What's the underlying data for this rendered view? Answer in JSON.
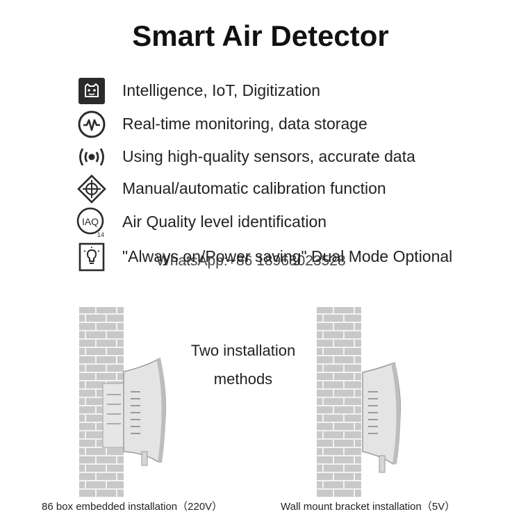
{
  "title": "Smart Air Detector",
  "features": [
    {
      "icon": "robot-face-icon",
      "label": "Intelligence, IoT, Digitization"
    },
    {
      "icon": "heartbeat-icon",
      "label": "Real-time monitoring, data storage"
    },
    {
      "icon": "sensor-wave-icon",
      "label": "Using high-quality sensors, accurate data"
    },
    {
      "icon": "calibration-icon",
      "label": "Manual/automatic calibration function"
    },
    {
      "icon": "iaq-icon",
      "label": "Air Quality level identification",
      "icon_text": "IAQ",
      "icon_sub": "14"
    },
    {
      "icon": "lightbulb-icon",
      "label": "\"Always on/Power saving\" Dual Mode Optional"
    }
  ],
  "watermark": "WhatsApp:+86 18968023528",
  "installation": {
    "note_line1": "Two installation",
    "note_line2": "methods",
    "left_caption": "86 box embedded installation（220V）",
    "right_caption": "Wall mount bracket installation（5V）"
  },
  "colors": {
    "text": "#222222",
    "icon_dark": "#2b2b2b",
    "brick": "#c8c8c8",
    "mortar": "#f2f2f2",
    "device": "#e4e4e4"
  }
}
